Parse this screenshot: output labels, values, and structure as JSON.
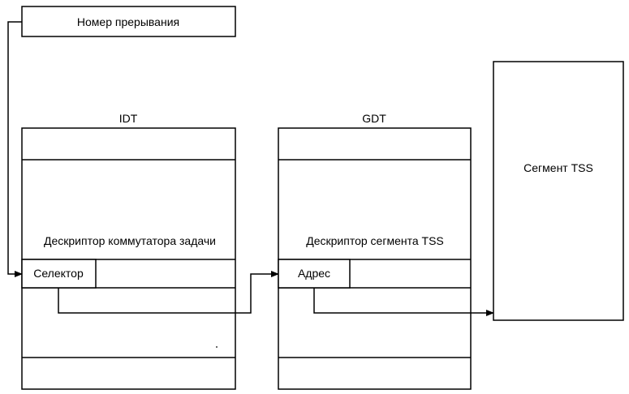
{
  "interrupt_number": {
    "label": "Номер прерывания"
  },
  "idt": {
    "title": "IDT",
    "descriptor_label": "Дескриптор коммутатора задачи",
    "selector_label": "Селектор"
  },
  "gdt": {
    "title": "GDT",
    "descriptor_label": "Дескриптор сегмента TSS",
    "address_label": "Адрес"
  },
  "tss_segment": {
    "label": "Сегмент TSS"
  }
}
